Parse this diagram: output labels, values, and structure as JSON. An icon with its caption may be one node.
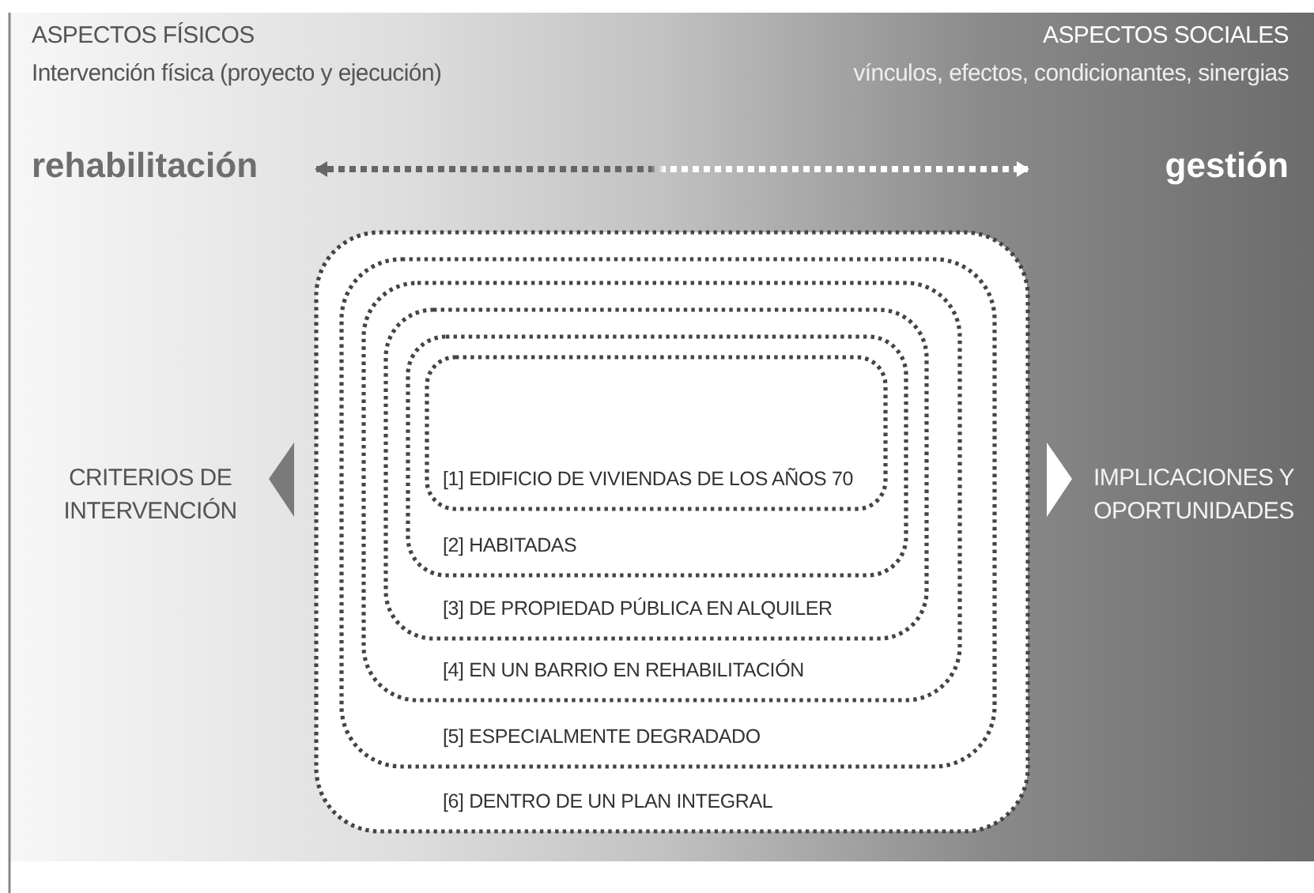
{
  "diagram": {
    "nodes": [
      {
        "text": [
          "rehabilitación"
        ]
      },
      {
        "text": [
          "gestión"
        ]
      },
      {
        "text": [
          "[6] DENTRO DE UN PLAN INTEGRAL"
        ]
      },
      {
        "text": [
          "[5] ESPECIALMENTE DEGRADADO"
        ],
        "in": 2
      },
      {
        "text": [
          "[4] EN UN BARRIO EN REHABILITACIÓN"
        ],
        "in": 3
      },
      {
        "text": [
          "[3] DE PROPIEDAD PÚBLICA EN ALQUILER"
        ],
        "in": 4
      },
      {
        "text": [
          "[2] HABITADAS"
        ],
        "in": 5
      },
      {
        "text": [
          "[1] EDIFICIO DE VIVIENDAS DE LOS AÑOS 70"
        ],
        "in": 6
      }
    ],
    "edges": [
      {
        "from": 0,
        "to": 1,
        "arrow": "both",
        "style": "dashed"
      }
    ],
    "labels": [
      "ASPECTOS FÍSICOS",
      "Intervención física (proyecto y ejecución)",
      "ASPECTOS SOCIALES",
      "vínculos, efectos, condicionantes, sinergias",
      "CRITERIOS DE INTERVENCIÓN",
      "IMPLICACIONES Y OPORTUNIDADES"
    ]
  }
}
